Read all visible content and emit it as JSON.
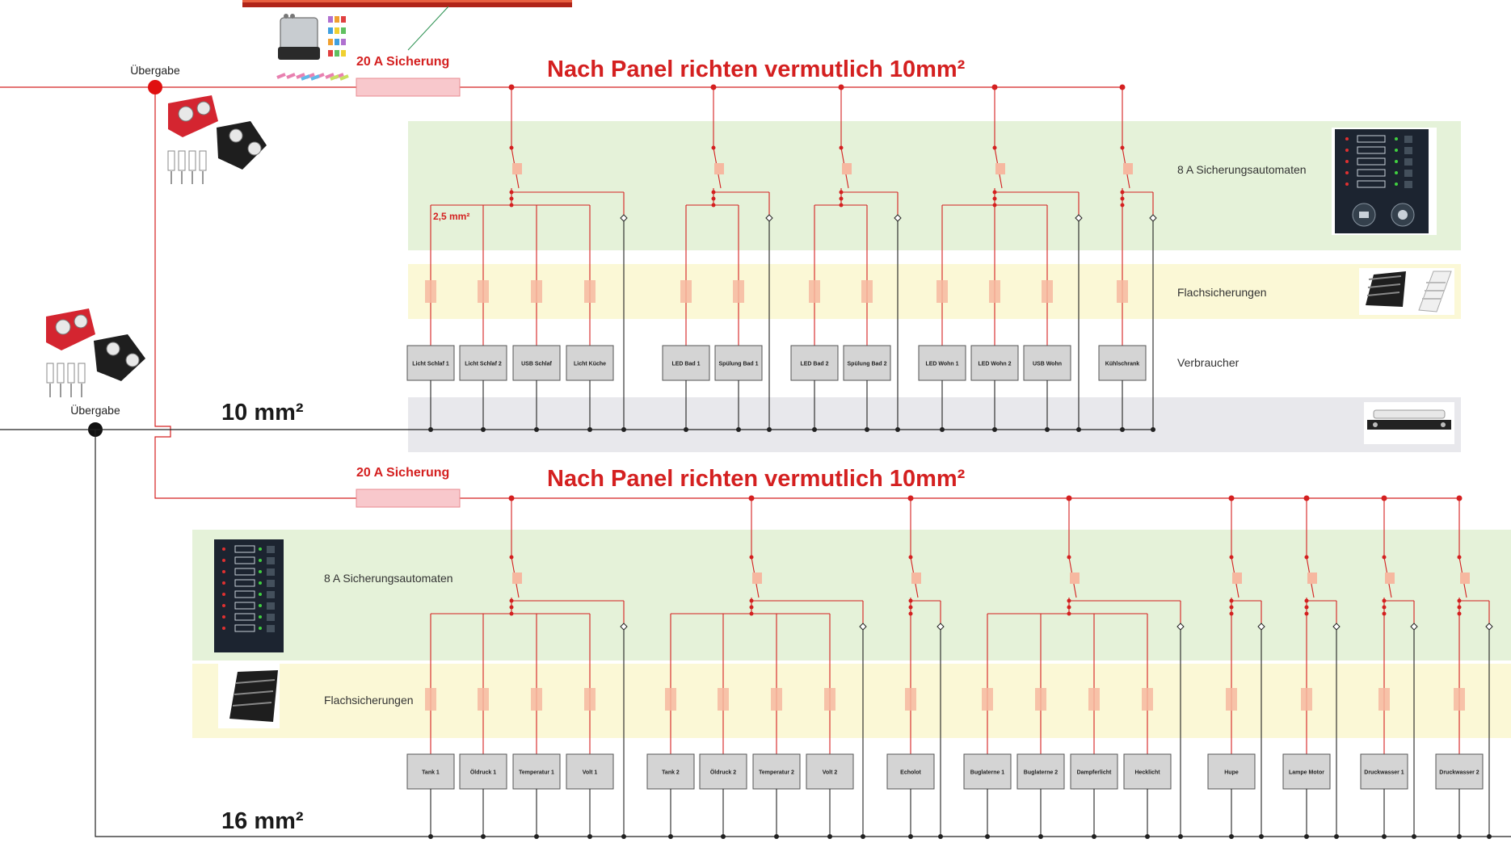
{
  "colors": {
    "red": "#d42020",
    "dark": "#222222",
    "green_band": "#e5f2d9",
    "yellow_band": "#fbf8d6",
    "gray_band": "#e8e8ec",
    "fuse": "#f6b8a0",
    "box": "#d4d4d4"
  },
  "labels": {
    "uebergabe": "Übergabe",
    "fuse20": "20 A Sicherung",
    "panel_note": "Nach Panel richten vermutlich 10mm²",
    "wire_25": "2,5 mm²",
    "cable_10": "10 mm²",
    "cable_16": "16 mm²",
    "breakers": "8 A Sicherungsautomaten",
    "flat_fuses": "Flachsicherungen",
    "consumers": "Verbraucher"
  },
  "panel_top": {
    "consumers": [
      "Licht Schlaf 1",
      "Licht Schlaf 2",
      "USB Schlaf",
      "Licht Küche",
      "LED Bad 1",
      "Spülung Bad 1",
      "LED Bad 2",
      "Spülung Bad 2",
      "LED Wohn 1",
      "LED Wohn 2",
      "USB Wohn",
      "Kühlschrank"
    ]
  },
  "panel_bottom": {
    "consumers": [
      "Tank 1",
      "Öldruck 1",
      "Temperatur 1",
      "Volt 1",
      "Tank 2",
      "Öldruck 2",
      "Temperatur 2",
      "Volt 2",
      "Echolot",
      "Buglaterne 1",
      "Buglaterne 2",
      "Dampferlicht",
      "Hecklicht",
      "Hupe",
      "Lampe Motor",
      "Druckwasser 1",
      "Druckwasser 2"
    ]
  },
  "icons": [
    "wire-photo-icon",
    "fuse-box-icon",
    "busbar-terminal-icon",
    "switch-panel-icon",
    "terminal-block-icon",
    "ground-busbar-icon"
  ]
}
